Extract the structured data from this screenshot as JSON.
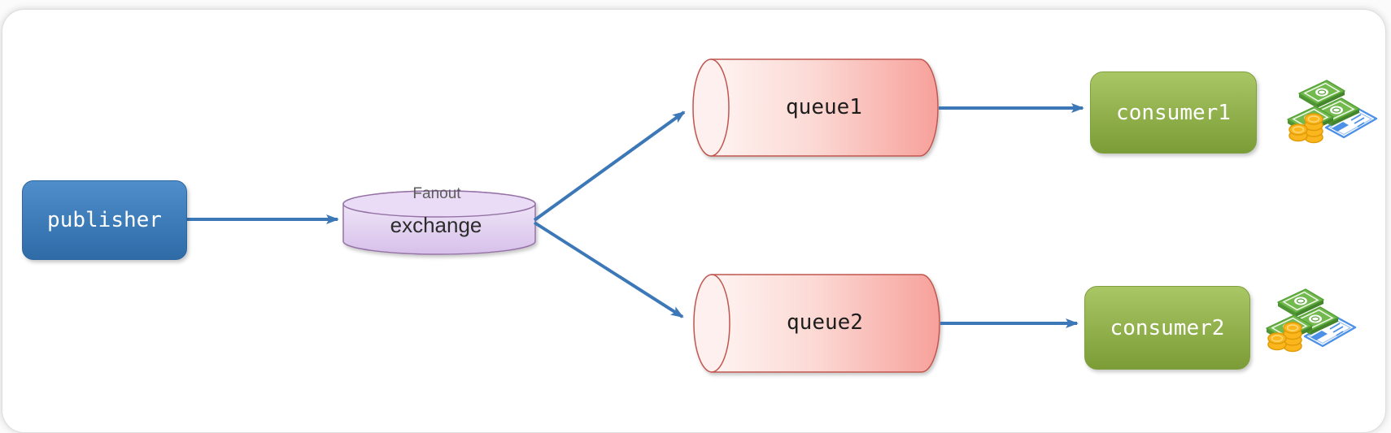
{
  "diagram": {
    "title": "fanout-exchange-diagram",
    "nodes": {
      "publisher": {
        "label": "publisher",
        "shape": "rounded-box",
        "fill": "#3b7dbd"
      },
      "exchange": {
        "label": "exchange",
        "type_label": "Fanout",
        "shape": "cylinder",
        "fill": "#d8c2eb"
      },
      "queue1": {
        "label": "queue1",
        "shape": "horizontal-cylinder",
        "fill": "#f8a29b"
      },
      "queue2": {
        "label": "queue2",
        "shape": "horizontal-cylinder",
        "fill": "#f8a29b"
      },
      "consumer1": {
        "label": "consumer1",
        "shape": "rounded-box",
        "fill": "#8fae46"
      },
      "consumer2": {
        "label": "consumer2",
        "shape": "rounded-box",
        "fill": "#8fae46"
      }
    },
    "edges": [
      {
        "from": "publisher",
        "to": "exchange"
      },
      {
        "from": "exchange",
        "to": "queue1"
      },
      {
        "from": "exchange",
        "to": "queue2"
      },
      {
        "from": "queue1",
        "to": "consumer1"
      },
      {
        "from": "queue2",
        "to": "consumer2"
      }
    ],
    "icons": {
      "consumer1": "money-icon",
      "consumer2": "money-icon"
    },
    "colors": {
      "arrow": "#3c78b8",
      "canvas": "#ffffff",
      "queue_stroke": "#c05650",
      "exchange_stroke": "#9673a6"
    }
  }
}
